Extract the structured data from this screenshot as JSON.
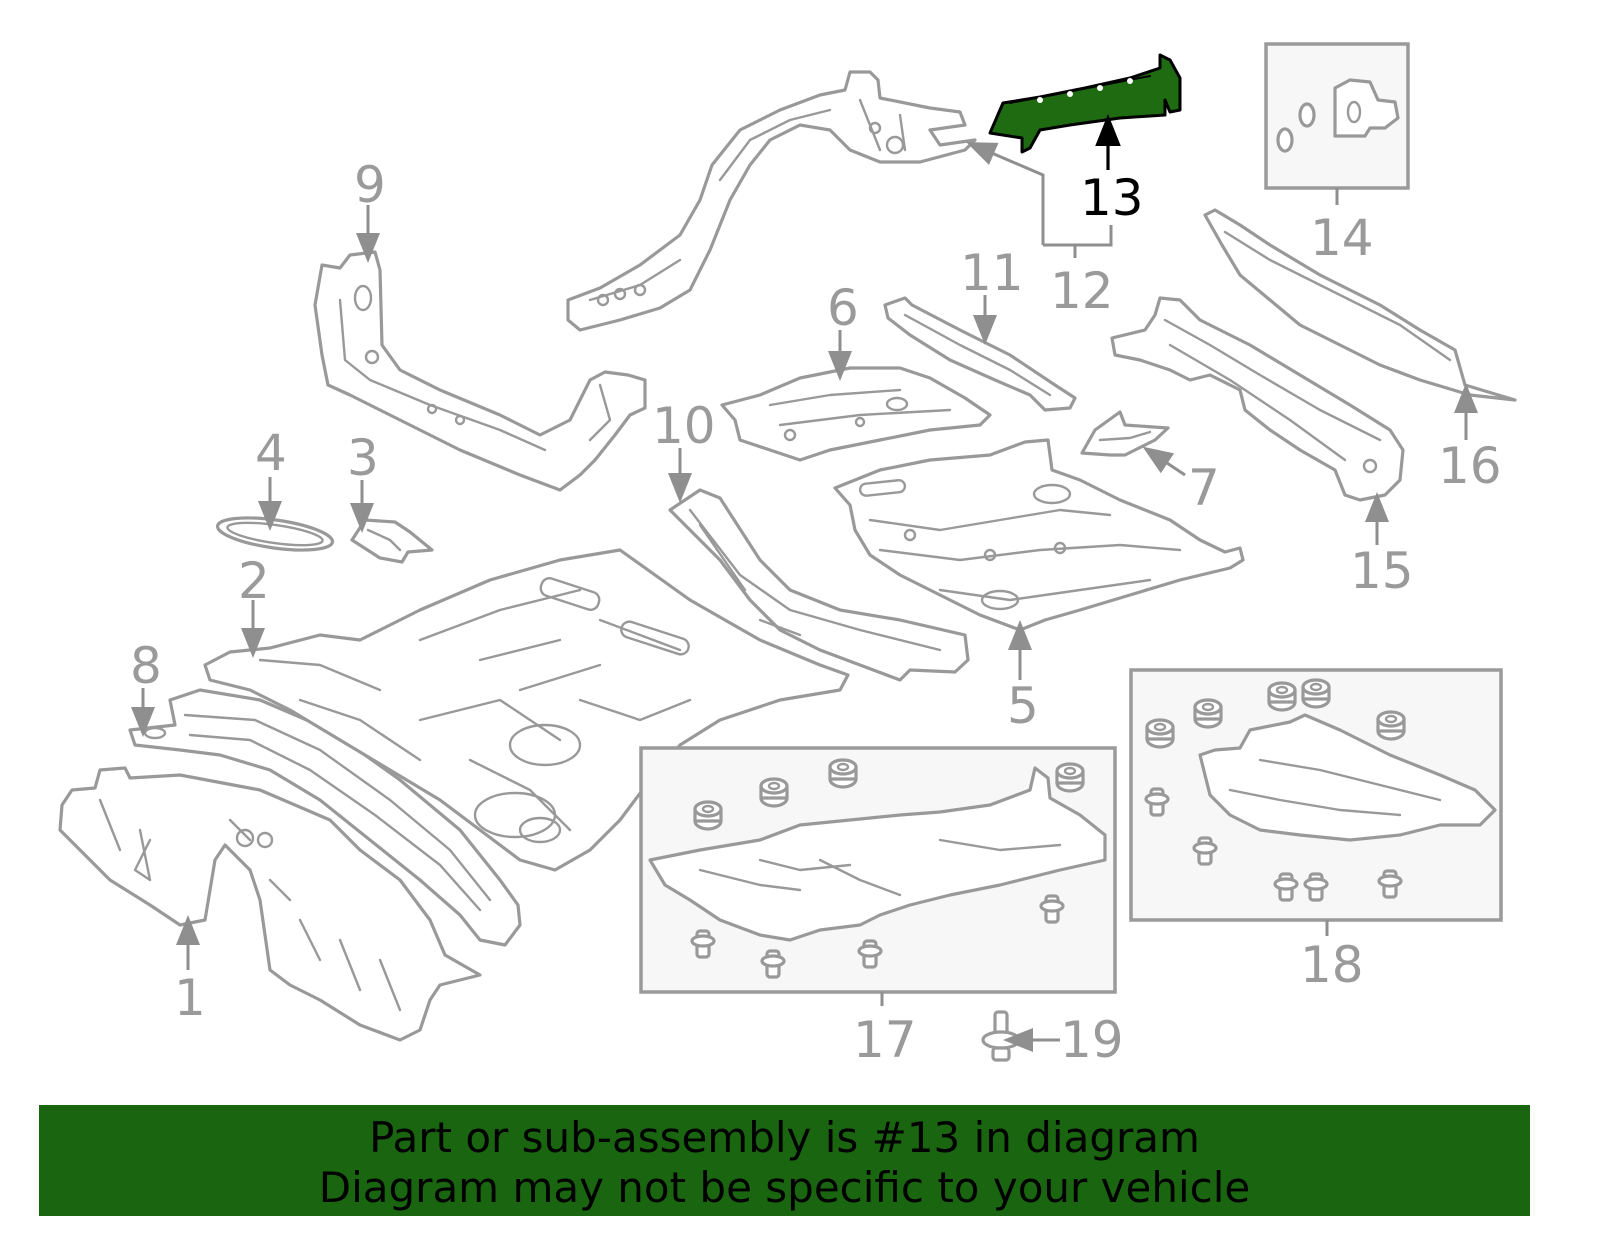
{
  "diagram": {
    "highlighted_part": "13",
    "callouts": [
      "1",
      "2",
      "3",
      "4",
      "5",
      "6",
      "7",
      "8",
      "9",
      "10",
      "11",
      "12",
      "13",
      "14",
      "15",
      "16",
      "17",
      "18",
      "19"
    ],
    "colors": {
      "highlight_fill": "#1e6b12",
      "part_stroke": "#999999",
      "banner_background": "#1a6610",
      "callout_text": "#9a9a9a"
    }
  },
  "banner": {
    "line1": "Part or sub-assembly is #13 in diagram",
    "line2": "Diagram may not be specific to your vehicle"
  }
}
